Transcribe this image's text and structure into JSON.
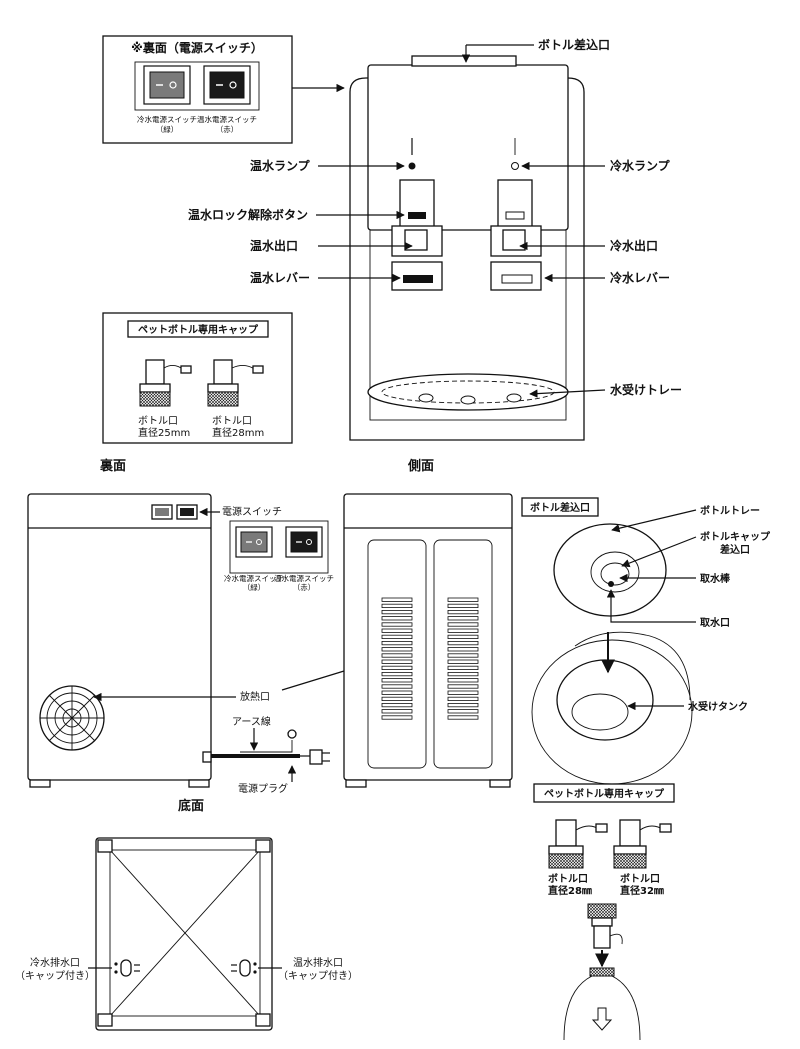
{
  "front": {
    "inset_switch": {
      "title": "※裏面（電源スイッチ）",
      "cold_label": "冷水電源スイッチ",
      "cold_color": "（緑）",
      "hot_label": "温水電源スイッチ",
      "hot_color": "（赤）"
    },
    "inset_cap": {
      "title": "ペットボトル専用キャップ",
      "item1_line1": "ボトル口",
      "item1_line2": "直径25mm",
      "item2_line1": "ボトル口",
      "item2_line2": "直径28mm"
    },
    "labels": {
      "bottle_inlet": "ボトル差込口",
      "hot_lamp": "温水ランプ",
      "cold_lamp": "冷水ランプ",
      "hot_lock": "温水ロック解除ボタン",
      "hot_outlet": "温水出口",
      "cold_outlet": "冷水出口",
      "hot_lever": "温水レバー",
      "cold_lever": "冷水レバー",
      "drip_tray": "水受けトレー"
    }
  },
  "sections": {
    "back": "裏面",
    "side": "側面",
    "bottom": "底面"
  },
  "back": {
    "power_switch": "電源スイッチ",
    "cold_label": "冷水電源スイッチ",
    "cold_color": "（緑）",
    "hot_label": "温水電源スイッチ",
    "hot_color": "（赤）",
    "vent": "放熱口",
    "earth_wire": "アース線",
    "power_plug": "電源プラグ"
  },
  "top_detail": {
    "title": "ボトル差込口",
    "bottle_tray": "ボトルトレー",
    "cap_inlet_line1": "ボトルキャップ",
    "cap_inlet_line2": "差込口",
    "intake_rod": "取水棒",
    "intake": "取水口",
    "tank": "水受けタンク"
  },
  "cap_detail": {
    "title": "ペットボトル専用キャップ",
    "item1_line1": "ボトル口",
    "item1_line2": "直径28㎜",
    "item2_line1": "ボトル口",
    "item2_line2": "直径32㎜"
  },
  "bottom": {
    "cold_drain": "冷水排水口",
    "cold_drain_note": "（キャップ付き）",
    "hot_drain": "温水排水口",
    "hot_drain_note": "（キャップ付き）"
  },
  "colors": {
    "line": "#111111",
    "hot_switch": "#1a1a1a",
    "cold_switch": "#7a7a7a"
  }
}
